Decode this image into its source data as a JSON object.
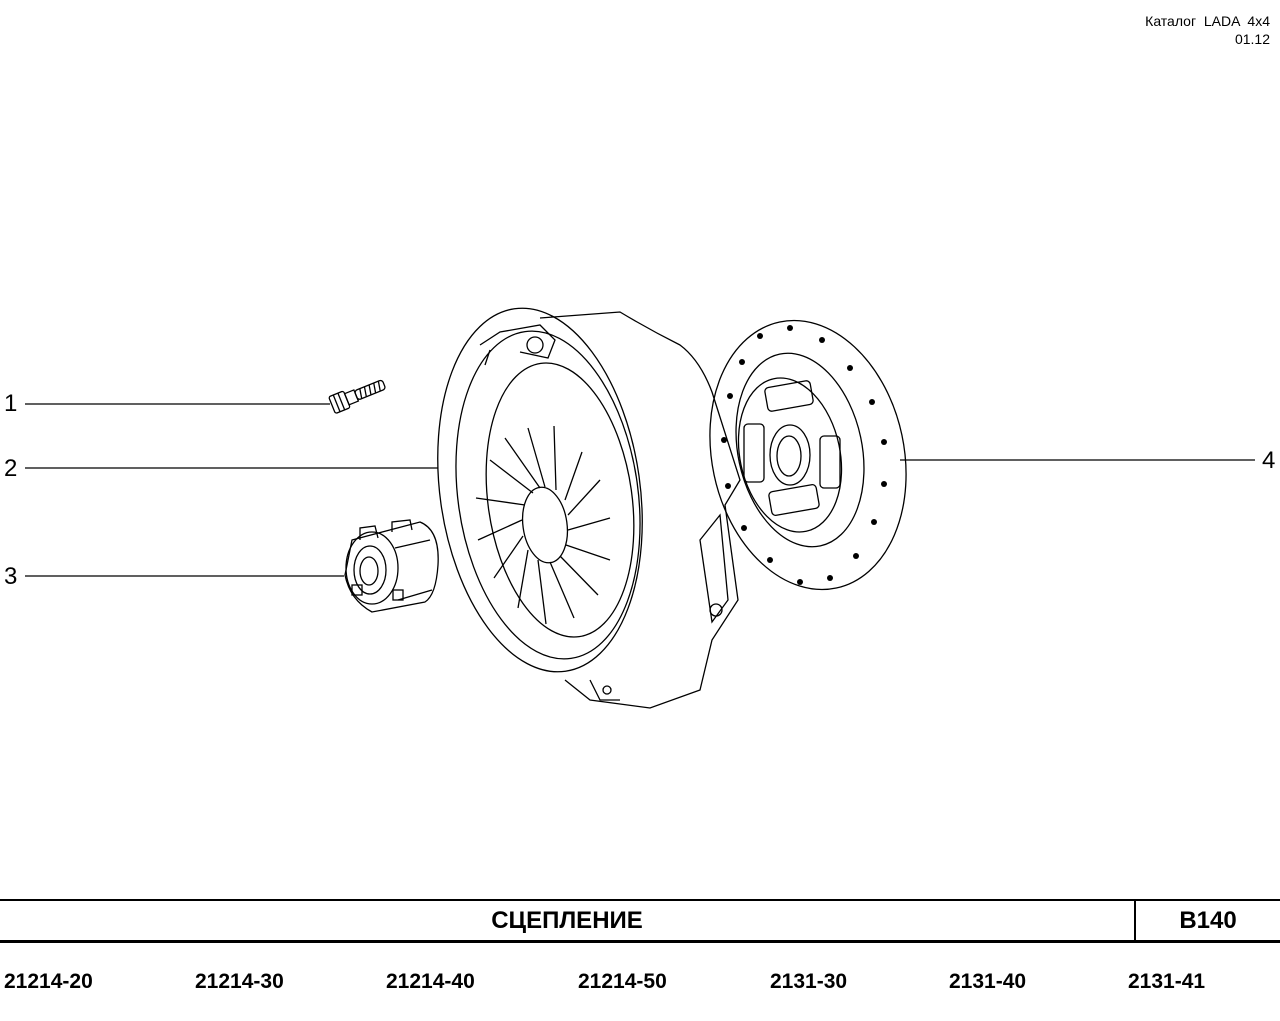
{
  "header": {
    "catalog": "Каталог  LADA  4x4",
    "date": "01.12"
  },
  "callouts": [
    {
      "number": "1",
      "part": "bolt"
    },
    {
      "number": "2",
      "part": "clutch-pressure-plate"
    },
    {
      "number": "3",
      "part": "release-bearing"
    },
    {
      "number": "4",
      "part": "clutch-disc"
    }
  ],
  "title_block": {
    "title": "СЦЕПЛЕНИЕ",
    "code": "B140"
  },
  "models": [
    "21214-20",
    "21214-30",
    "21214-40",
    "21214-50",
    "2131-30",
    "2131-40",
    "2131-41"
  ]
}
